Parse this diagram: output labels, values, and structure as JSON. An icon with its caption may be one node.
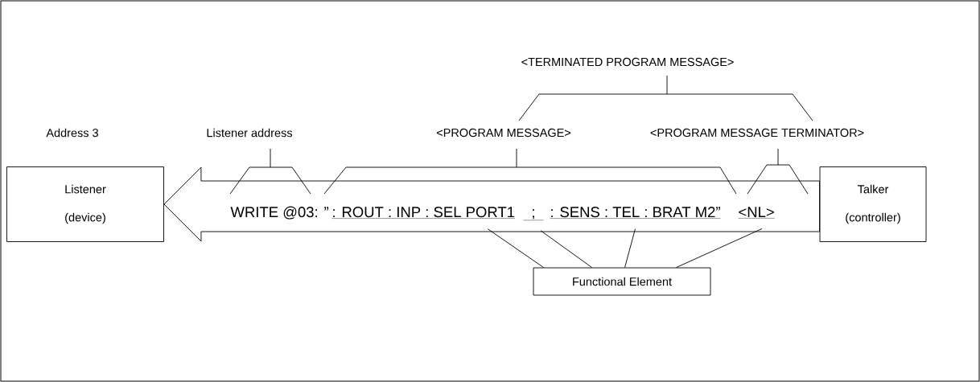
{
  "diagram": {
    "nodes": [
      {
        "text": [
          "Listener",
          "(device)"
        ],
        "beside": [
          "Address 3"
        ]
      },
      {
        "text": [
          "Talker",
          "(controller)"
        ]
      },
      {
        "text": [
          ": ROUT : INP : SEL PORT1"
        ]
      },
      {
        "text": [
          ";"
        ]
      },
      {
        "text": [
          ": SENS : TEL : BRAT M2”"
        ]
      },
      {
        "text": [
          "<NL>"
        ]
      },
      {
        "text": [
          "Functional Element"
        ]
      }
    ],
    "edges": [
      {
        "from": 1,
        "to": 0,
        "arrow": "to"
      },
      {
        "from": 2,
        "to": 6,
        "arrow": "none"
      },
      {
        "from": 3,
        "to": 6,
        "arrow": "none"
      },
      {
        "from": 4,
        "to": 6,
        "arrow": "none"
      },
      {
        "from": 5,
        "to": 6,
        "arrow": "none"
      }
    ],
    "labels": [
      "<TERMINATED PROGRAM MESSAGE>",
      "Listener address",
      "<PROGRAM MESSAGE>",
      "<PROGRAM MESSAGE TERMINATOR>",
      "WRITE @03: ”"
    ]
  }
}
